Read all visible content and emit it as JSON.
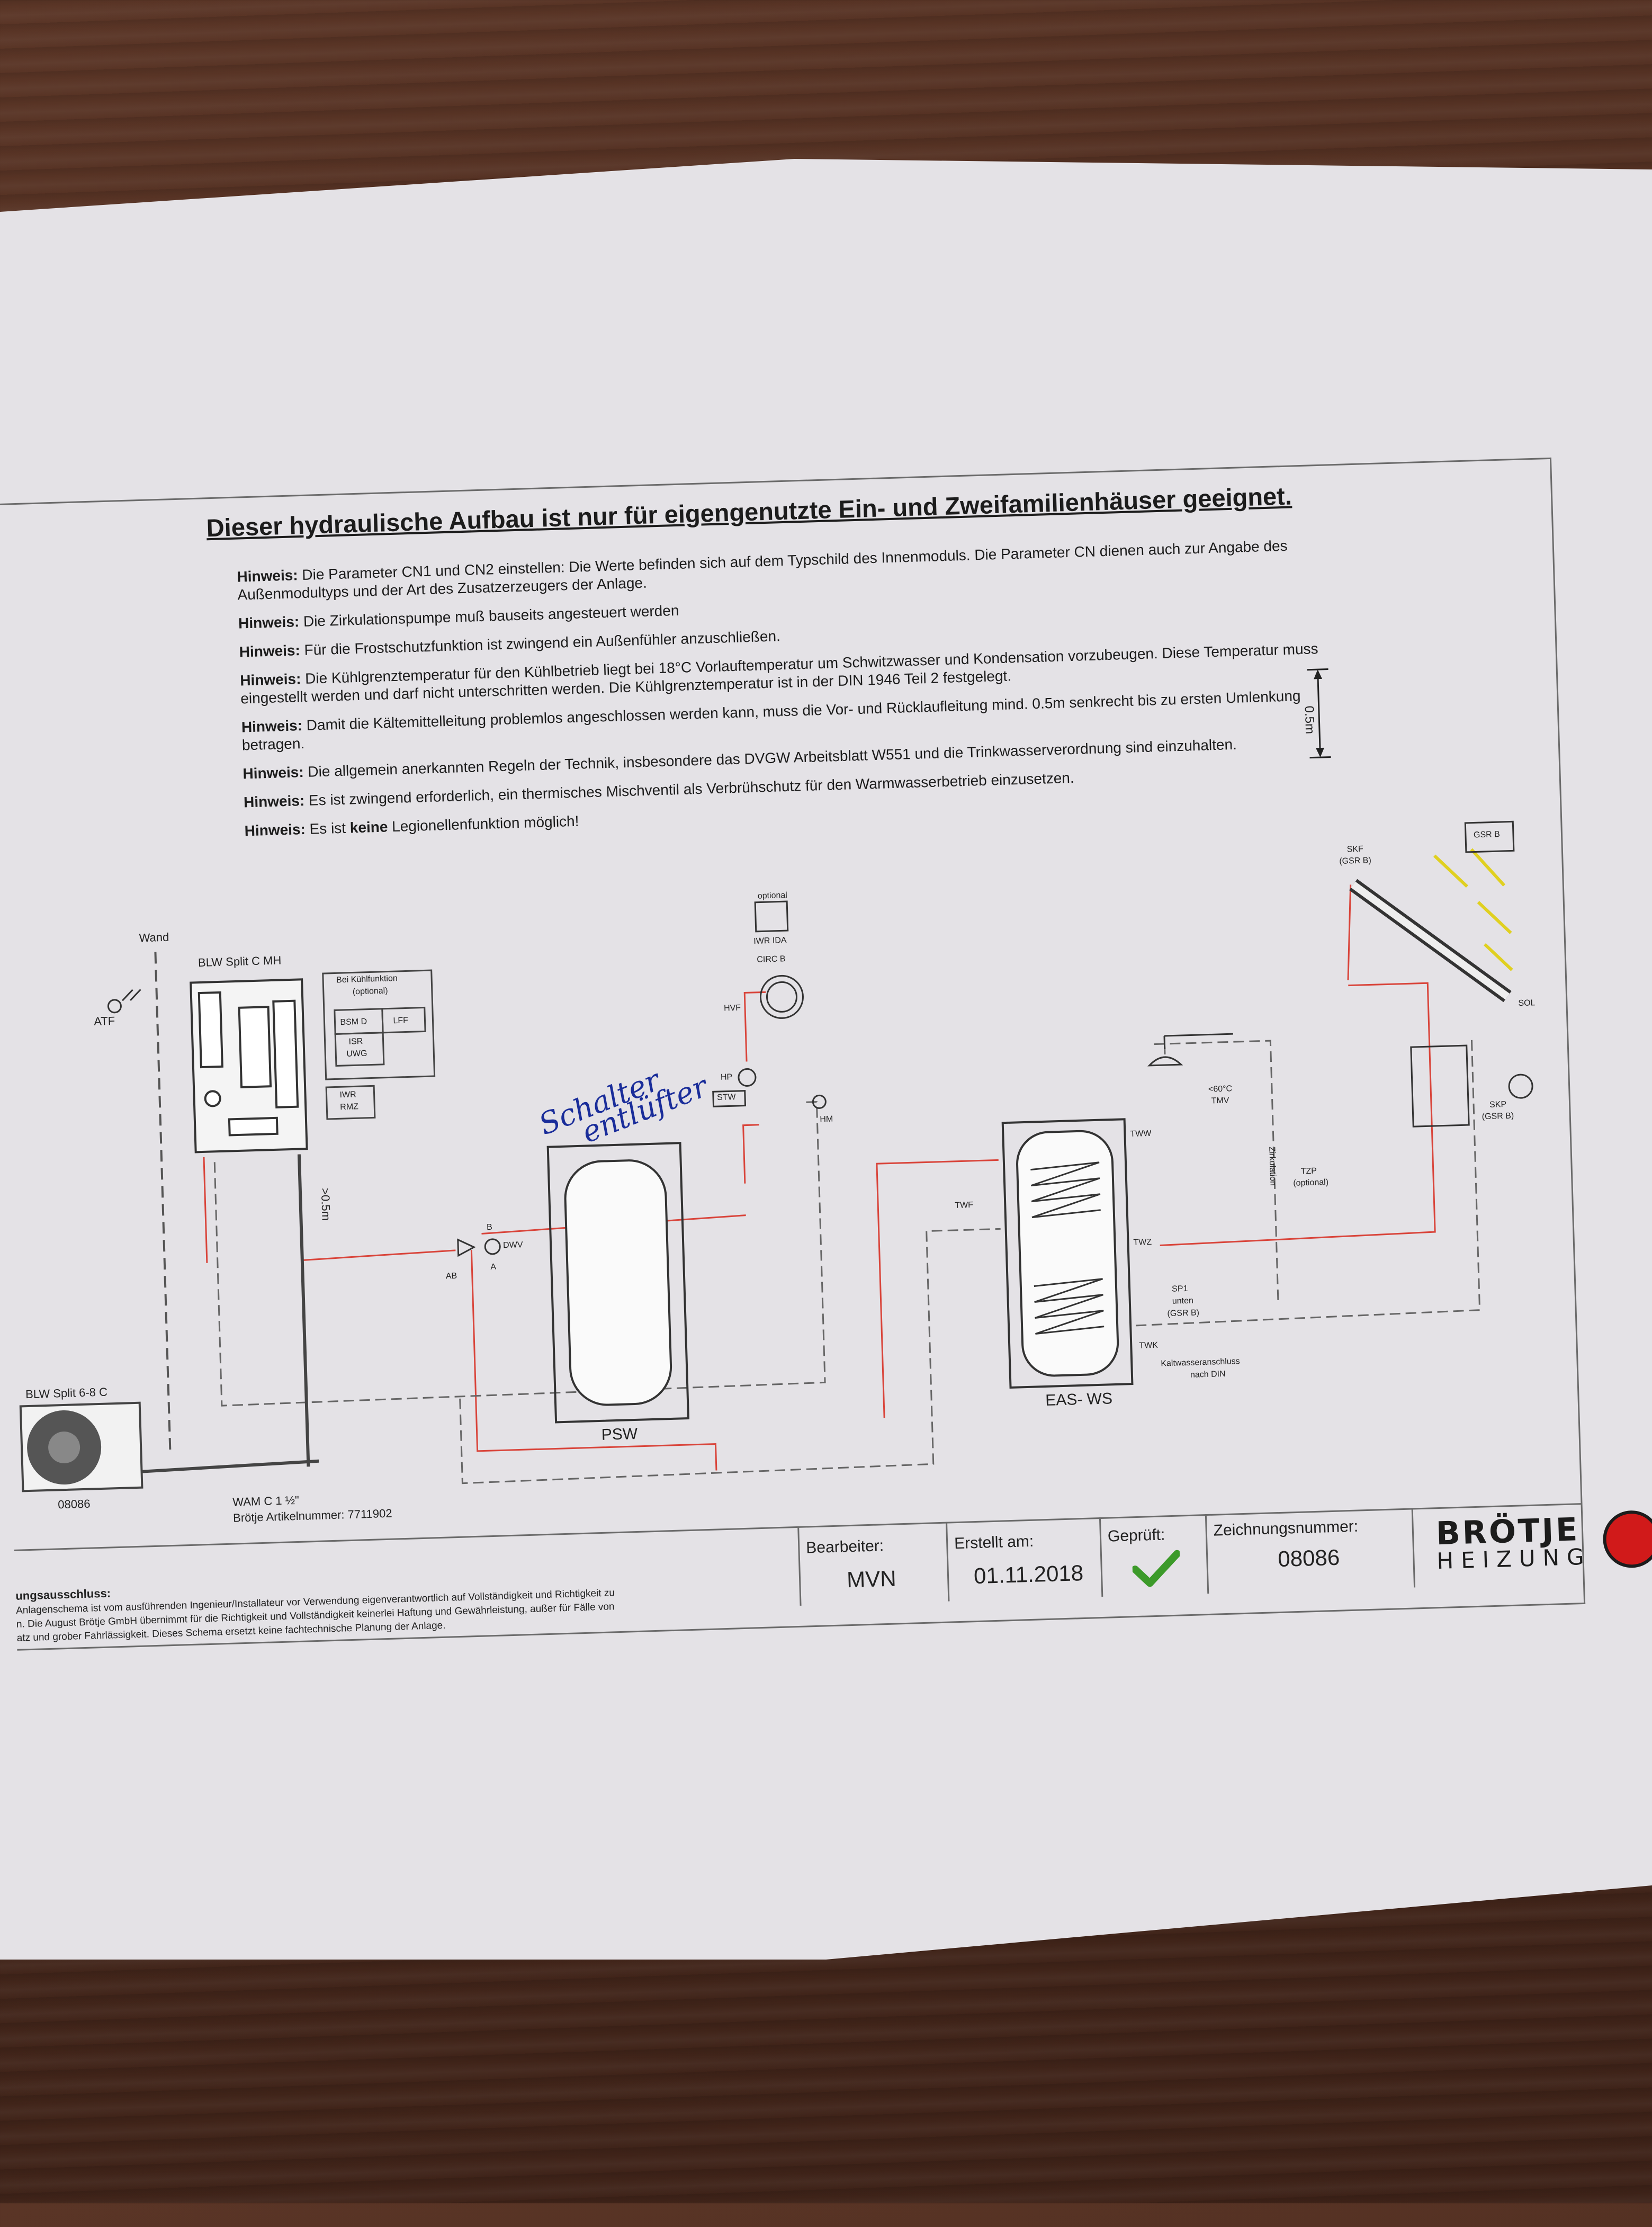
{
  "document": {
    "heading": "Dieser hydraulische Aufbau ist nur für eigengenutzte Ein- und Zweifamilienhäuser geeignet.",
    "notes": [
      {
        "prefix": "Hinweis:",
        "text": "Die Parameter CN1 und CN2 einstellen: Die Werte befinden sich auf dem Typschild des Innenmoduls. Die Parameter CN dienen auch zur Angabe des Außenmodultyps und der Art des Zusatzerzeugers der Anlage."
      },
      {
        "prefix": "Hinweis:",
        "text": "Die Zirkulationspumpe muß bauseits angesteuert werden"
      },
      {
        "prefix": "Hinweis:",
        "text": "Für die Frostschutzfunktion ist zwingend ein Außenfühler anzuschließen."
      },
      {
        "prefix": "Hinweis:",
        "text": "Die Kühlgrenztemperatur für den Kühlbetrieb liegt bei 18°C Vorlauftemperatur um Schwitzwasser und Kondensation vorzubeugen. Diese Temperatur muss eingestellt werden und darf nicht unterschritten werden. Die Kühlgrenztemperatur ist in der DIN 1946 Teil 2 festgelegt."
      },
      {
        "prefix": "Hinweis:",
        "text": "Damit die Kältemittelleitung problemlos angeschlossen werden kann, muss die Vor- und Rücklaufleitung mind. 0.5m senkrecht bis zu ersten Umlenkung betragen."
      },
      {
        "prefix": "Hinweis:",
        "text": "Die allgemein anerkannten Regeln der Technik, insbesondere das DVGW Arbeitsblatt W551 und die Trinkwasserverordnung sind einzuhalten."
      },
      {
        "prefix": "Hinweis:",
        "text": "Es ist zwingend erforderlich, ein thermisches Mischventil als Verbrühschutz für den Warmwasserbetrieb einzusetzen."
      },
      {
        "prefix": "Hinweis:",
        "text_before": "Es ist ",
        "text_bold": "keine",
        "text_after": " Legionellenfunktion möglich!"
      }
    ],
    "dimension_note": "0.5m"
  },
  "diagram": {
    "wall": "Wand",
    "atf": "ATF",
    "indoor_unit": "BLW Split C MH",
    "cooling_box_title": "Bei Kühlfunktion",
    "cooling_box_optional": "(optional)",
    "bsm": "BSM D",
    "lff": "LFF",
    "isr": "ISR",
    "uwg": "UWG",
    "iwr_rmz_1": "IWR",
    "iwr_rmz_2": "RMZ",
    "min_height": ">0.5m",
    "optional": "optional",
    "iwr_ida": "IWR IDA",
    "circ_b": "CIRC B",
    "hvf": "HVF",
    "hp": "HP",
    "stw": "STW",
    "hm": "HM",
    "dwv": "DWV",
    "valve_b": "B",
    "valve_a": "A",
    "valve_ab": "AB",
    "psw": "PSW",
    "eas_ws": "EAS- WS",
    "tww": "TWW",
    "twf": "TWF",
    "twz": "TWZ",
    "sp1_1": "SP1",
    "sp1_2": "unten",
    "sp1_3": "(GSR B)",
    "twk": "TWK",
    "kalt_1": "Kaltwasseranschluss",
    "kalt_2": "nach DIN",
    "tmv_1": "<60°C",
    "tmv_2": "TMV",
    "tzp_1": "TZP",
    "tzp_2": "(optional)",
    "zirk": "Zirkulation",
    "skf_top_1": "SKF",
    "skf_top_2": "(GSR B)",
    "gsr_b": "GSR B",
    "sol": "SOL",
    "skp_1": "SKP",
    "skp_2": "(GSR B)",
    "outdoor_unit": "BLW Split 6-8 C",
    "drawing_no_small": "08086",
    "wam_1": "WAM C 1 ½\"",
    "wam_2": "Brötje Artikelnummer: 7711902"
  },
  "handwriting": {
    "line1": "Schalter",
    "line2": "entlüfter"
  },
  "footer": {
    "disclaimer_title": "ungsausschluss:",
    "disclaimer_lines": [
      "Anlagenschema ist vom ausführenden Ingenieur/Installateur vor Verwendung eigenverantwortlich auf Vollständigkeit und Richtigkeit zu",
      "n. Die August Brötje GmbH übernimmt für die Richtigkeit und Vollständigkeit keinerlei Haftung und Gewährleistung, außer für Fälle von",
      "atz und grober Fahrlässigkeit. Dieses Schema ersetzt keine fachtechnische Planung der Anlage."
    ],
    "bearbeiter_label": "Bearbeiter:",
    "bearbeiter_value": "MVN",
    "erstellt_label": "Erstellt am:",
    "erstellt_value": "01.11.2018",
    "geprueft_label": "Geprüft:",
    "zeichnung_label": "Zeichnungsnummer:",
    "zeichnung_value": "08086",
    "logo_name": "BRÖTJE",
    "logo_sub": "HEIZUNG"
  },
  "colors": {
    "flow": "#d9443a",
    "return": "#6a6a6a",
    "ink": "#1a2d9a",
    "check": "#3c9a2a",
    "logo_red": "#d11a1a"
  }
}
